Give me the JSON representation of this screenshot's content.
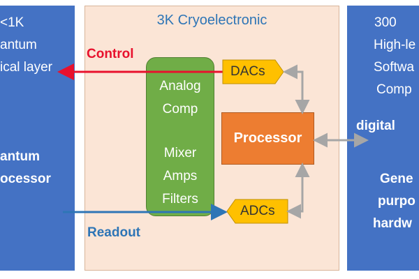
{
  "left_panel": {
    "lines": [
      "<1K",
      "antum",
      "ical layer"
    ],
    "bottom_lines": [
      "antum",
      "ocessor"
    ]
  },
  "right_panel": {
    "lines": [
      "300",
      "High-le",
      "Softwa",
      "Comp"
    ],
    "bottom_lines": [
      "Gene",
      "purpo",
      "hardw"
    ]
  },
  "center_panel": {
    "title": "3K Cryoelectronic"
  },
  "analog_block": {
    "lines": [
      "Analog",
      "Comp",
      "Mixer",
      "Amps",
      "Filters"
    ]
  },
  "dacs": {
    "label": "DACs"
  },
  "adcs": {
    "label": "ADCs"
  },
  "processor": {
    "label": "Processor"
  },
  "signals": {
    "control": "Control",
    "readout": "Readout",
    "digital": "digital"
  },
  "colors": {
    "panel_blue": "#4472c4",
    "cryo_background": "#fbe5d6",
    "analog_green": "#70ad47",
    "converter_yellow": "#ffc000",
    "processor_orange": "#ed7d31",
    "control_red": "#e8112d",
    "readout_blue": "#2e75b6",
    "bus_gray": "#a6a6a6"
  }
}
